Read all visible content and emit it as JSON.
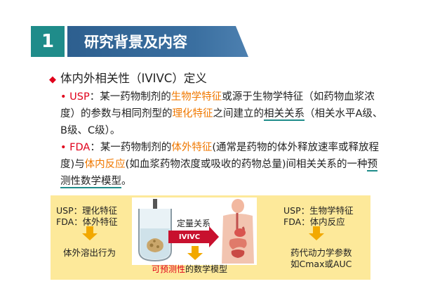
{
  "section": {
    "number": "1",
    "title": "研究背景及内容"
  },
  "heading": {
    "marker": "◆",
    "text": "体内外相关性（IVIVC）定义"
  },
  "usp": {
    "bullet": "•",
    "label": "USP",
    "t1": "：某一药物制剂的",
    "h1": "生物学特征",
    "t2": "或源于生物学特征（如药物血浆浓度）的参数与相同剂型的",
    "h2": "理化特征",
    "t3": "之间建立的",
    "h3": "相关关系",
    "t4": "（相关水平A级、B级、C级）。"
  },
  "fda": {
    "bullet": "•",
    "label": "FDA",
    "t1": "：某一药物制剂的",
    "h1": "体外特征",
    "t2": "(通常是药物的体外释放速率或释放程度)与",
    "h2": "体内反应",
    "t3": "(如血浆药物浓度或吸收的药物总量)间相关关系的一种",
    "h3": "预测性数学模型",
    "t4": "。"
  },
  "diagram": {
    "left_usp": "USP：理化特征",
    "left_fda": "FDA：体外特征",
    "left_result": "体外溶出行为",
    "mid_label": "定量关系",
    "mid_tag": "IVIVC",
    "bottom_highlight": "可预测性",
    "bottom_rest": "的数学模型",
    "right_usp": "USP：生物学特征",
    "right_fda": "FDA：体内反应",
    "right_result_1": "药代动力学参数",
    "right_result_2": "如Cmax或AUC"
  }
}
